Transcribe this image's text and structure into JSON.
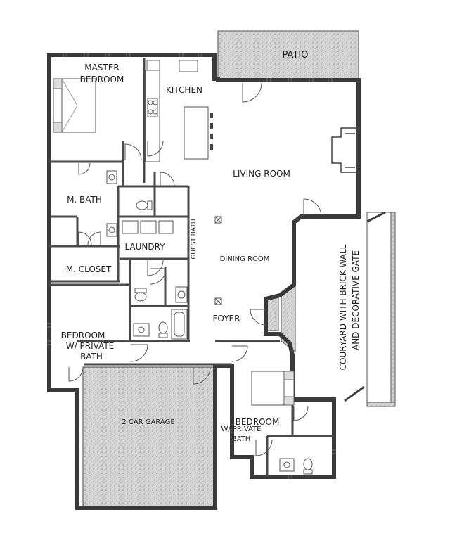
{
  "rooms": {
    "patio": "PATIO",
    "master_bedroom": [
      "MASTER",
      "BEDROOM"
    ],
    "kitchen": "KITCHEN",
    "living_room": "LIVING ROOM",
    "m_bath": "M. BATH",
    "laundry": "LAUNDRY",
    "guest_bath": "GUEST BATH",
    "dining_room": "DINING ROOM",
    "m_closet": "M. CLOSET",
    "foyer": "FOYER",
    "bedroom_private_bath_1": [
      "BEDROOM",
      "W/ PRIVATE",
      "BATH"
    ],
    "garage": "2 CAR GARAGE",
    "bedroom_2": "BEDROOM",
    "bedroom_2_bath": [
      "W/ PRIVATE",
      "BATH"
    ],
    "courtyard": [
      "COURYARD WITH BRICK WALL",
      "AND DECORATIVE GATE"
    ]
  },
  "colors": {
    "wall": "#3a3a3a",
    "hatch": "#b9b9b9",
    "line": "#555555",
    "background": "#ffffff"
  },
  "icons": {
    "door": "door-swing-icon",
    "toilet": "toilet-icon",
    "sink": "sink-icon",
    "bed": "bed-icon",
    "ceiling_fixture": "ceiling-fixture-icon"
  }
}
